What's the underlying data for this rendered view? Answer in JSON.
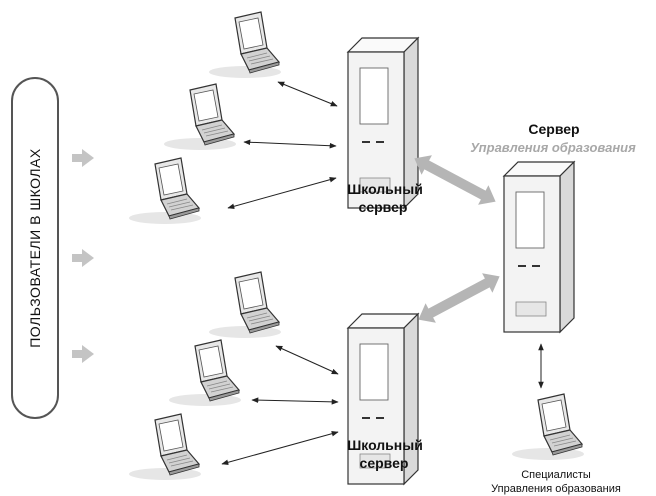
{
  "users_label": "ПОЛЬЗОВАТЕЛИ  В  ШКОЛАХ",
  "school_server_top": {
    "line1": "Школьный",
    "line2": "сервер",
    "icon": "server-icon"
  },
  "school_server_bottom": {
    "line1": "Школьный",
    "line2": "сервер",
    "icon": "server-icon"
  },
  "main_server": {
    "line1": "Сервер",
    "line2": "Управления образования",
    "icon": "server-icon"
  },
  "specialists": {
    "line1": "Специалисты",
    "line2": "Управления образования",
    "icon": "laptop-icon"
  },
  "colors": {
    "server_body": "#f2f2f2",
    "server_outline": "#333333",
    "thick_arrow": "#b5b5b5",
    "gray_label": "#a8a8a8"
  }
}
